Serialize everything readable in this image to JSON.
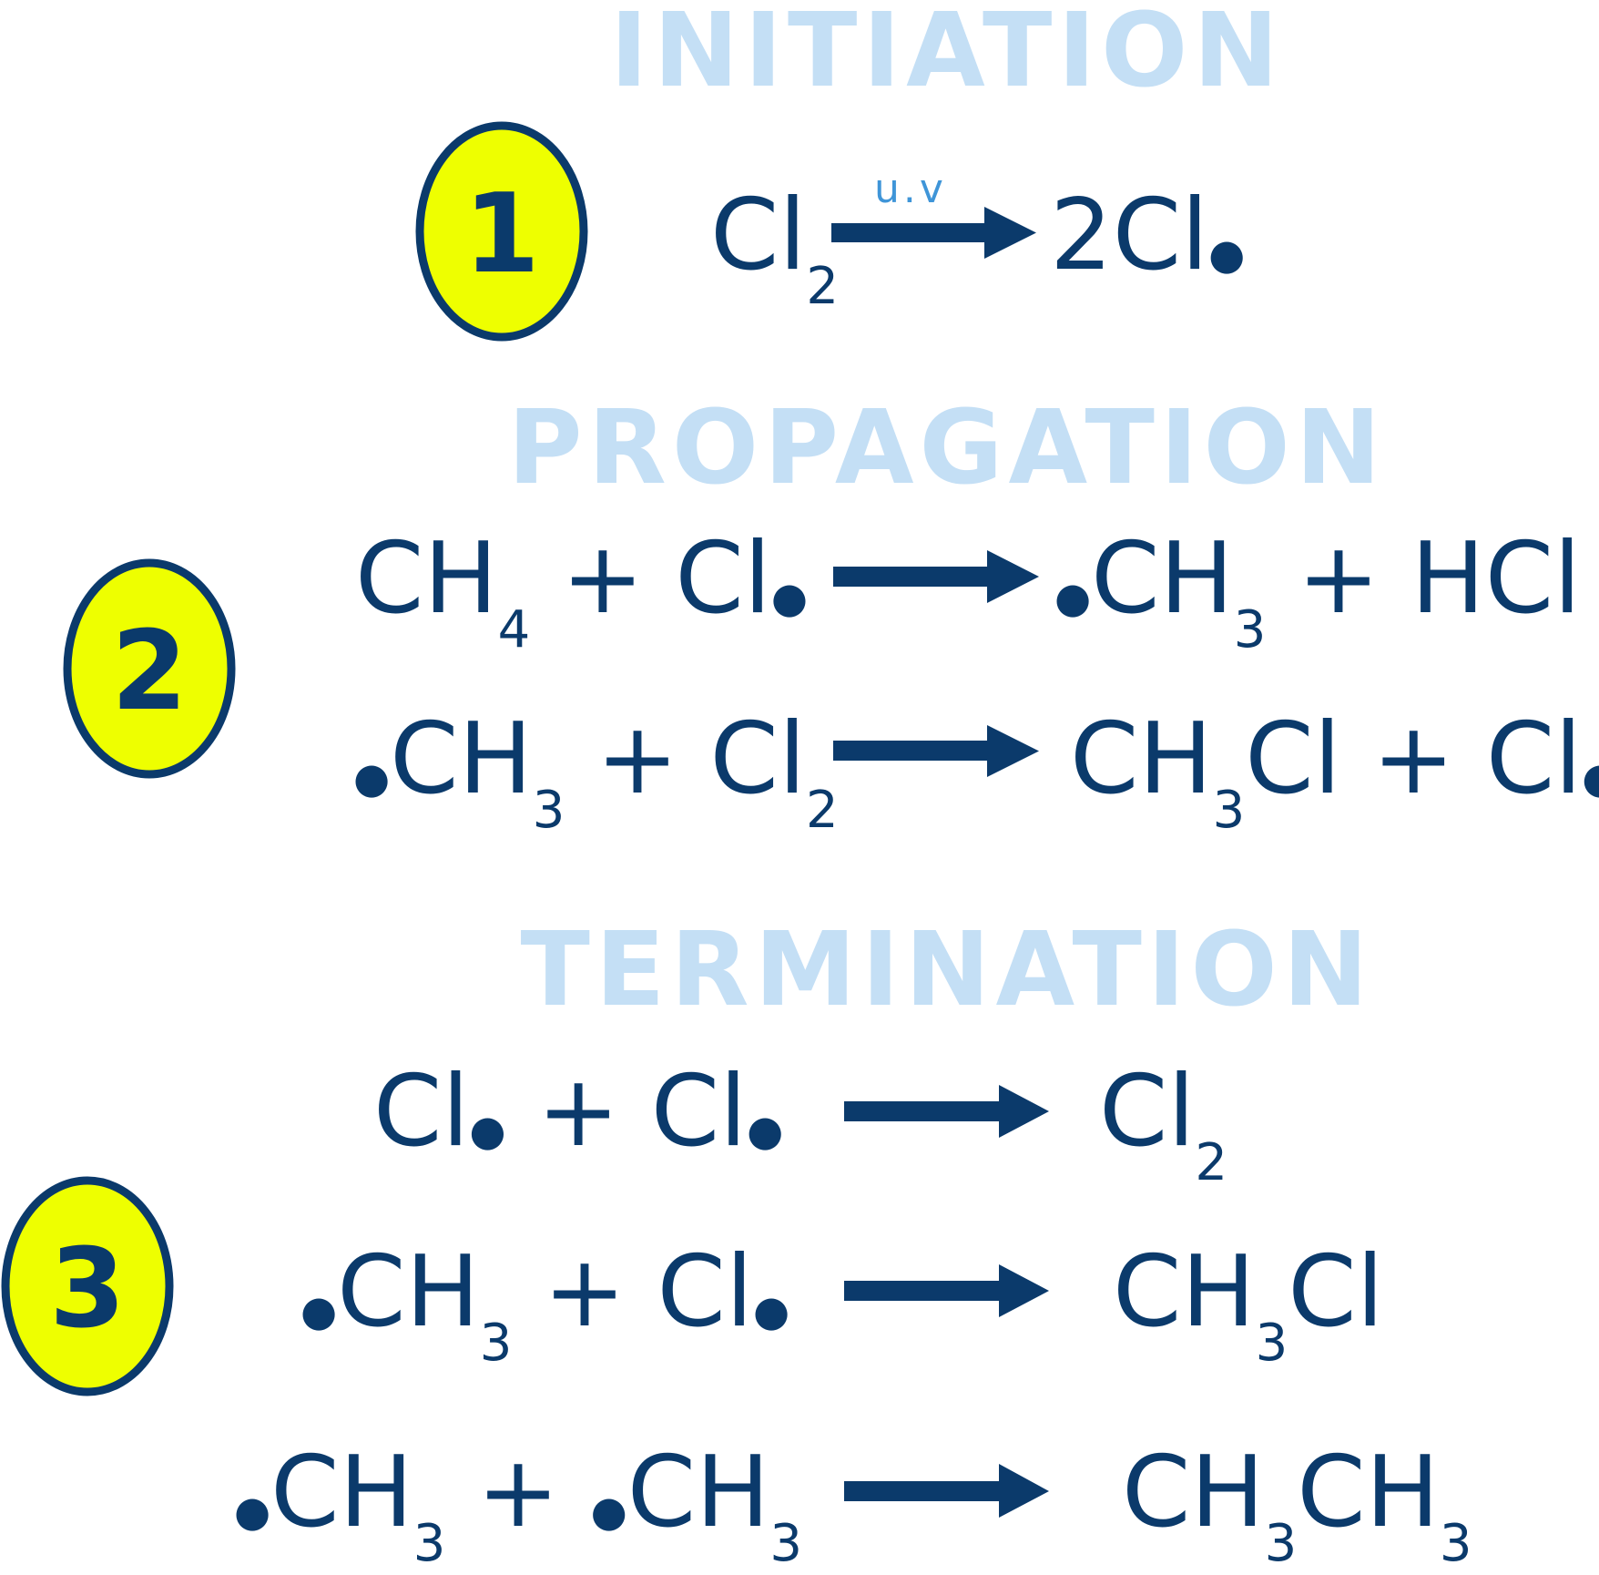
{
  "colors": {
    "title": "#c4dff5",
    "formula": "#0b3a6b",
    "badge_fill": "#eeff00",
    "badge_stroke": "#0b3a6b",
    "condition": "#3f95d8"
  },
  "titles": {
    "initiation": "INITIATION",
    "propagation": "PROPAGATION",
    "termination": "TERMINATION"
  },
  "badges": {
    "one": "1",
    "two": "2",
    "three": "3"
  },
  "reactions": {
    "r1": {
      "condition": "u.v",
      "lhs": [
        {
          "t": "Cl"
        },
        {
          "t": "2",
          "sub": true
        }
      ],
      "rhs": [
        {
          "t": "2Cl"
        },
        {
          "dot": true
        }
      ]
    },
    "r2": {
      "lhs": [
        {
          "t": "CH"
        },
        {
          "t": "4",
          "sub": true
        },
        {
          "t": " + Cl"
        },
        {
          "dot": true
        }
      ],
      "rhs": [
        {
          "dot": true
        },
        {
          "t": "CH"
        },
        {
          "t": "3",
          "sub": true
        },
        {
          "t": " + HCl"
        }
      ]
    },
    "r3": {
      "lhs": [
        {
          "dot": true
        },
        {
          "t": "CH"
        },
        {
          "t": "3",
          "sub": true
        },
        {
          "t": " + Cl"
        },
        {
          "t": "2",
          "sub": true
        }
      ],
      "rhs": [
        {
          "t": "CH"
        },
        {
          "t": "3",
          "sub": true
        },
        {
          "t": "Cl + Cl"
        },
        {
          "dot": true
        }
      ]
    },
    "r4": {
      "lhs": [
        {
          "t": "Cl"
        },
        {
          "dot": true
        },
        {
          "t": " + Cl"
        },
        {
          "dot": true
        }
      ],
      "rhs": [
        {
          "t": "Cl"
        },
        {
          "t": "2",
          "sub": true
        }
      ]
    },
    "r5": {
      "lhs": [
        {
          "dot": true
        },
        {
          "t": "CH"
        },
        {
          "t": "3",
          "sub": true
        },
        {
          "t": " + Cl"
        },
        {
          "dot": true
        }
      ],
      "rhs": [
        {
          "t": "CH"
        },
        {
          "t": "3",
          "sub": true
        },
        {
          "t": "Cl"
        }
      ]
    },
    "r6": {
      "lhs": [
        {
          "dot": true
        },
        {
          "t": "CH"
        },
        {
          "t": "3",
          "sub": true
        },
        {
          "t": " + "
        },
        {
          "dot": true
        },
        {
          "t": "CH"
        },
        {
          "t": "3",
          "sub": true
        }
      ],
      "rhs": [
        {
          "t": "CH"
        },
        {
          "t": "3",
          "sub": true
        },
        {
          "t": "CH"
        },
        {
          "t": "3",
          "sub": true
        }
      ]
    }
  }
}
